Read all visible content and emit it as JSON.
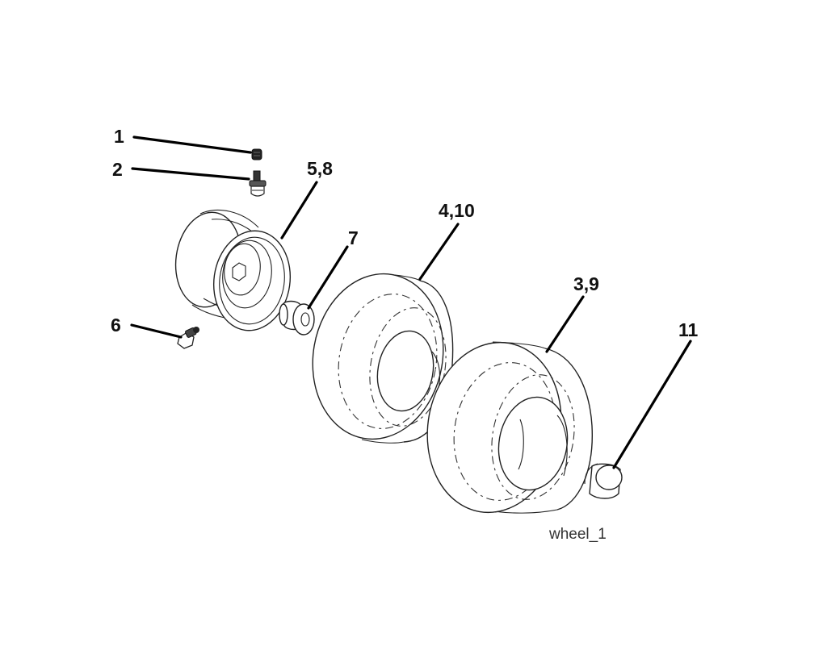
{
  "diagram": {
    "callouts": [
      {
        "id": "c1",
        "label": "1"
      },
      {
        "id": "c2",
        "label": "2"
      },
      {
        "id": "c58",
        "label": "5,8"
      },
      {
        "id": "c7",
        "label": "7"
      },
      {
        "id": "c410",
        "label": "4,10"
      },
      {
        "id": "c39",
        "label": "3,9"
      },
      {
        "id": "c6",
        "label": "6"
      },
      {
        "id": "c11",
        "label": "11"
      }
    ],
    "figure_id": "wheel_1"
  },
  "colors": {
    "line": "#222222",
    "leader": "#000000",
    "background": "#ffffff"
  }
}
